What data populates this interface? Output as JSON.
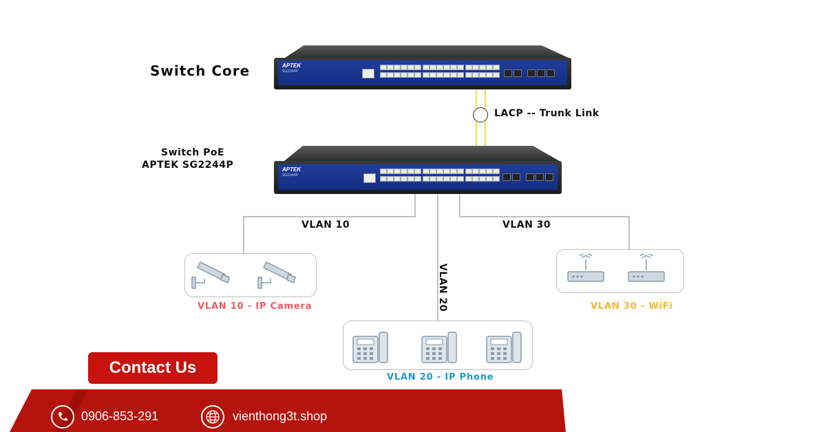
{
  "core_switch": {
    "label": "Switch Core",
    "brand": "APTEK",
    "model": "SG2244P"
  },
  "trunk": {
    "label": "LACP -- Trunk Link"
  },
  "poe_switch": {
    "label_line1": "Switch PoE",
    "label_line2": "APTEK SG2244P",
    "brand": "APTEK",
    "model": "SG2244P"
  },
  "vlans": {
    "vlan10_line": "VLAN 10",
    "vlan20_line": "VLAN 20",
    "vlan30_line": "VLAN 30",
    "vlan10_caption": "VLAN 10 - IP Camera",
    "vlan20_caption": "VLAN 20 - IP Phone",
    "vlan30_caption": "VLAN 30 - WiFi"
  },
  "colors": {
    "vlan10": "#ee5a5f",
    "vlan20": "#1a9ad6",
    "vlan30": "#f5b82e",
    "brand_red": "#b5120c",
    "trunk_line": "#f1e36a"
  },
  "footer": {
    "contact_label": "Contact Us",
    "phone": "0906-853-291",
    "website": "vienthong3t.shop"
  },
  "icons": [
    "ip-camera-icon",
    "ip-phone-icon",
    "wifi-router-icon",
    "phone-icon",
    "globe-icon"
  ]
}
